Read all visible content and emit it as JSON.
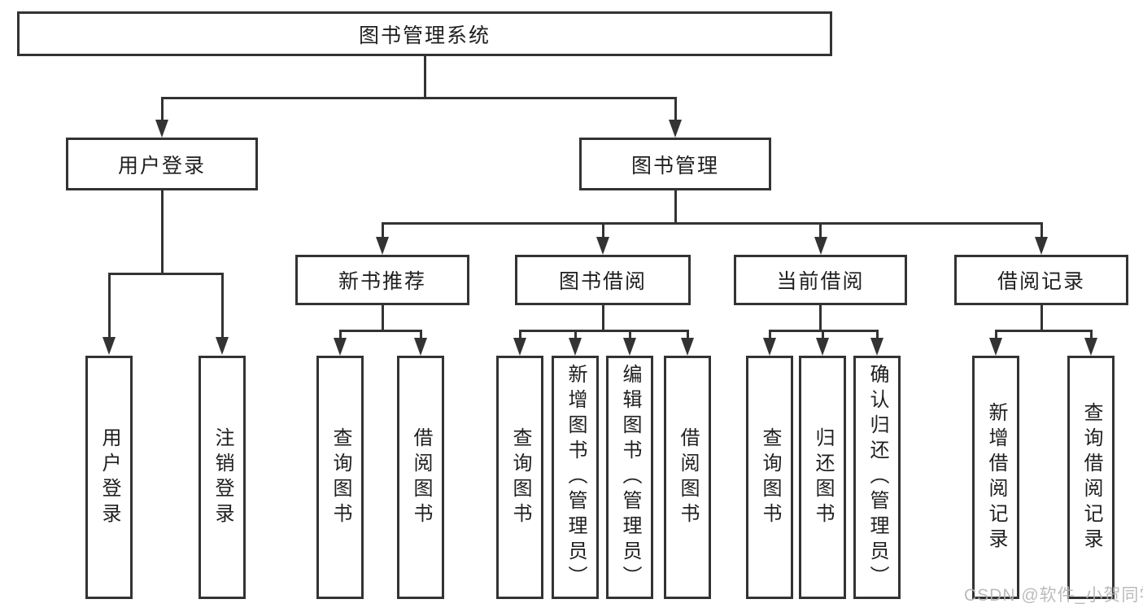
{
  "nodes": {
    "root": "图书管理系统",
    "user_login": "用户登录",
    "book_management": "图书管理",
    "new_books": "新书推荐",
    "book_borrow": "图书借阅",
    "current_borrow": "当前借阅",
    "borrow_records": "借阅记录"
  },
  "leaves": {
    "user_login": [
      "用户登录",
      "注销登录"
    ],
    "new_books": [
      "查询图书",
      "借阅图书"
    ],
    "book_borrow": [
      "查询图书",
      "新增图书（管理员）",
      "编辑图书（管理员）",
      "借阅图书"
    ],
    "current_borrow": [
      "查询图书",
      "归还图书",
      "确认归还（管理员）"
    ],
    "borrow_records": [
      "新增借阅记录",
      "查询借阅记录"
    ]
  },
  "watermark": "CSDN @软件_小贺同学",
  "colors": {
    "line": "#333333",
    "text": "#1f1f1f",
    "watermark": "#b4b4b4",
    "background": "#ffffff"
  }
}
